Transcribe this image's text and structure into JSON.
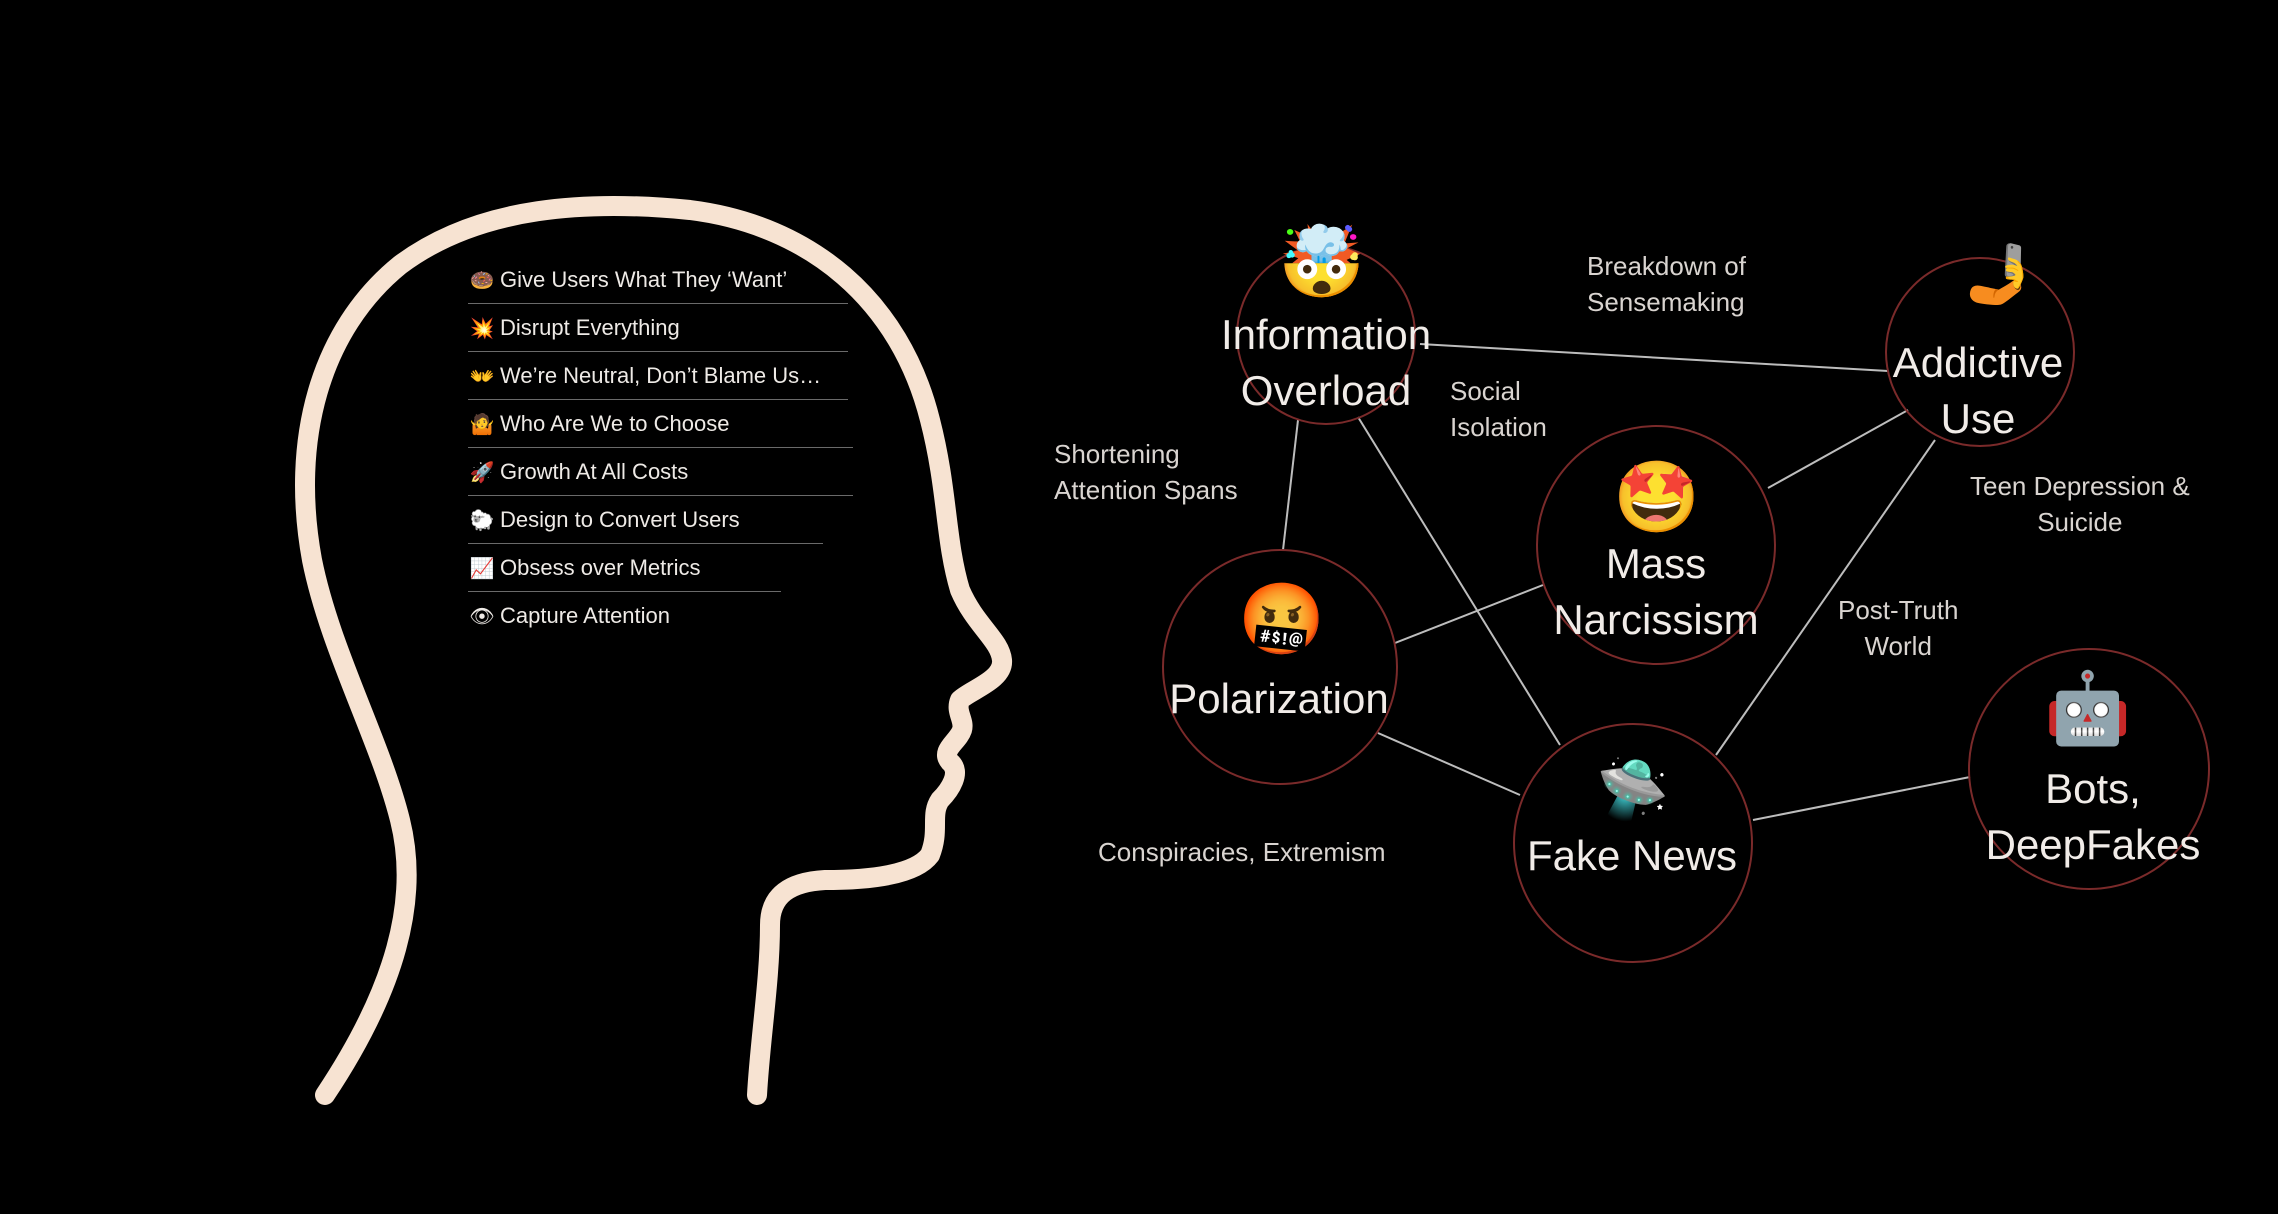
{
  "head_list": [
    {
      "icon": "🍩",
      "label": "Give Users What They ‘Want’"
    },
    {
      "icon": "💥",
      "label": "Disrupt Everything"
    },
    {
      "icon": "👐",
      "label": "We’re Neutral, Don’t Blame Us…"
    },
    {
      "icon": "🤷",
      "label": "Who Are We to Choose"
    },
    {
      "icon": "🚀",
      "label": "Growth At All Costs"
    },
    {
      "icon": "🐑",
      "label": "Design to Convert Users"
    },
    {
      "icon": "📈",
      "label": "Obsess over Metrics"
    },
    {
      "icon": "👁",
      "label": "Capture Attention"
    }
  ],
  "nodes": {
    "overload": {
      "label": "Information\nOverload",
      "emoji": "🤯"
    },
    "addictive": {
      "label": "Addictive\nUse",
      "emoji": "🤳"
    },
    "narcissism": {
      "label": "Mass\nNarcissism",
      "emoji": "🤩"
    },
    "polarization": {
      "label": "Polarization",
      "emoji": "🤬"
    },
    "fakenews": {
      "label": "Fake News",
      "emoji": "🛸"
    },
    "bots": {
      "label": "Bots,\nDeepFakes",
      "emoji": "🤖"
    }
  },
  "edge_labels": {
    "sensemaking": "Breakdown of\nSensemaking",
    "isolation": "Social\nIsolation",
    "attention": "Shortening\nAttention Spans",
    "teen": "Teen Depression &\nSuicide",
    "posttruth": "Post-Truth\nWorld",
    "conspiracies": "Conspiracies, Extremism"
  },
  "colors": {
    "head_outline": "#f7e3d2",
    "node_ring": "#7a2a2a",
    "edge": "#bdbdbd",
    "background": "#000000"
  }
}
